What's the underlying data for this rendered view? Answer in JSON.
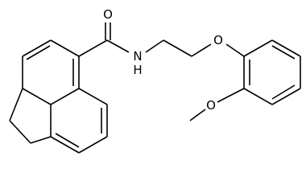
{
  "molecule": {
    "labels": {
      "carbonyl_oxygen": "O",
      "amide_nitrogen": "N",
      "amide_hydrogen": "H",
      "ether_oxygen": "O",
      "methoxy_oxygen": "O"
    }
  }
}
